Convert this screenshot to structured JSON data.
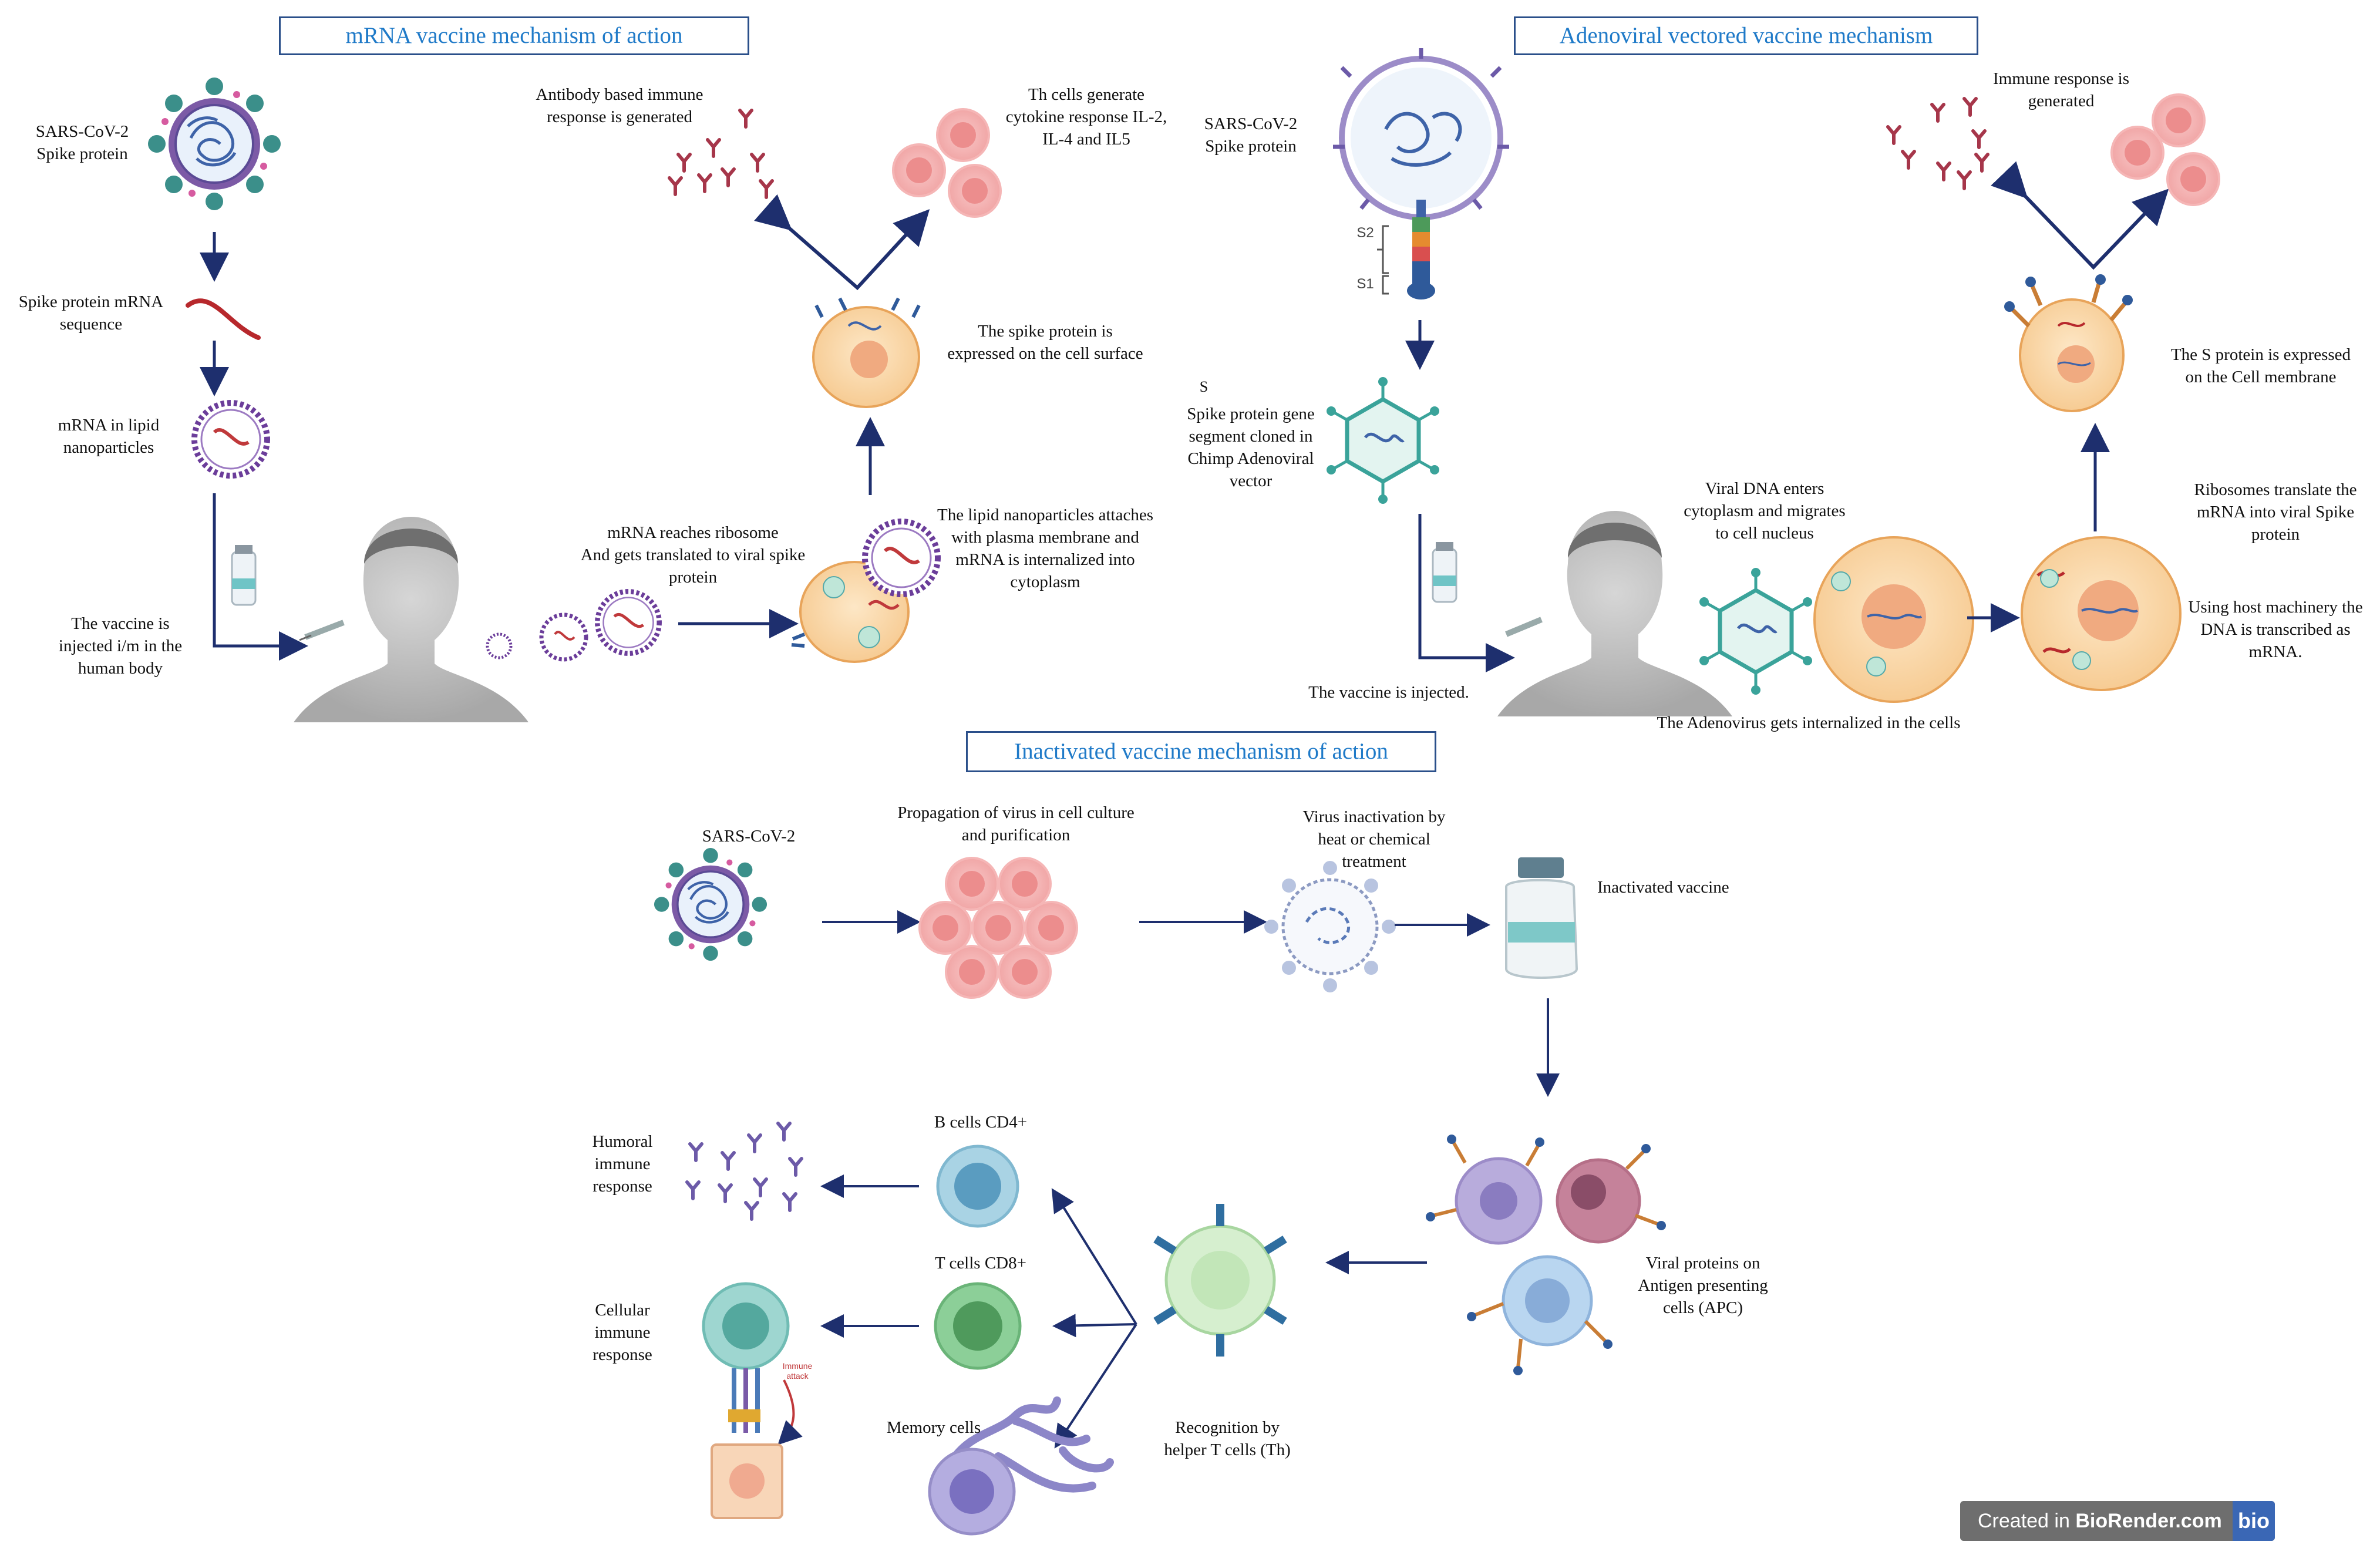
{
  "sections": {
    "mrna": {
      "title": "mRNA vaccine mechanism of action"
    },
    "adeno": {
      "title": "Adenoviral vectored vaccine mechanism"
    },
    "inactivated": {
      "title": "Inactivated vaccine mechanism of action"
    }
  },
  "mrna_labels": {
    "spike": "SARS-CoV-2\nSpike protein",
    "mrna_seq": "Spike protein mRNA\nsequence",
    "lipid": "mRNA in lipid\nnanoparticles",
    "injected": "The vaccine is\ninjected i/m in the\nhuman body",
    "ribosome": "mRNA reaches ribosome\nAnd gets translated to viral spike\nprotein",
    "lipid_attach": "The lipid nanoparticles attaches\nwith plasma membrane and\nmRNA is internalized into\ncytoplasm",
    "surface": "The spike protein is\nexpressed on the cell surface",
    "antibody": "Antibody based immune\nresponse is generated",
    "th": "Th cells generate\ncytokine response IL-2,\nIL-4 and IL5"
  },
  "adeno_labels": {
    "spike": "SARS-CoV-2\nSpike protein",
    "s2": "S2",
    "s1": "S1",
    "s": "S",
    "gene": "Spike protein gene\nsegment cloned in\nChimp Adenoviral\nvector",
    "injected": "The vaccine is injected.",
    "viral_dna": "Viral DNA enters\ncytoplasm and migrates\nto cell nucleus",
    "internalized": "The Adenovirus gets internalized in the cells",
    "host": "Using host machinery the\nDNA is transcribed as\nmRNA.",
    "ribosomes": "Ribosomes translate the\nmRNA into viral Spike\nprotein",
    "s_protein": "The S protein is expressed\non the Cell membrane",
    "immune": "Immune response is\ngenerated"
  },
  "inact_labels": {
    "sars": "SARS-CoV-2",
    "propagation": "Propagation of virus in cell culture\nand purification",
    "inactivation": "Virus inactivation by\nheat or chemical\ntreatment",
    "vaccine": "Inactivated vaccine",
    "apc": "Viral proteins on\nAntigen presenting\ncells (APC)",
    "recognition": "Recognition by\nhelper T cells (Th)",
    "bcells": "B cells CD4+",
    "tcells": "T cells CD8+",
    "memory": "Memory cells",
    "humoral": "Humoral\nimmune\nresponse",
    "cellular": "Cellular\nimmune\nresponse",
    "immune_attack": "Immune\nattack"
  },
  "badge": {
    "prefix": "Created in ",
    "brand": "BioRender.com",
    "logo": "bio"
  },
  "colors": {
    "title_text": "#1f7ac8",
    "title_border": "#2a4f8a",
    "arrow": "#1e2f6e",
    "cell_fill": "#f8d6a8",
    "cell_stroke": "#e8a45a",
    "virus": "#3b8f8a",
    "nucleus": "#e8a07a"
  }
}
